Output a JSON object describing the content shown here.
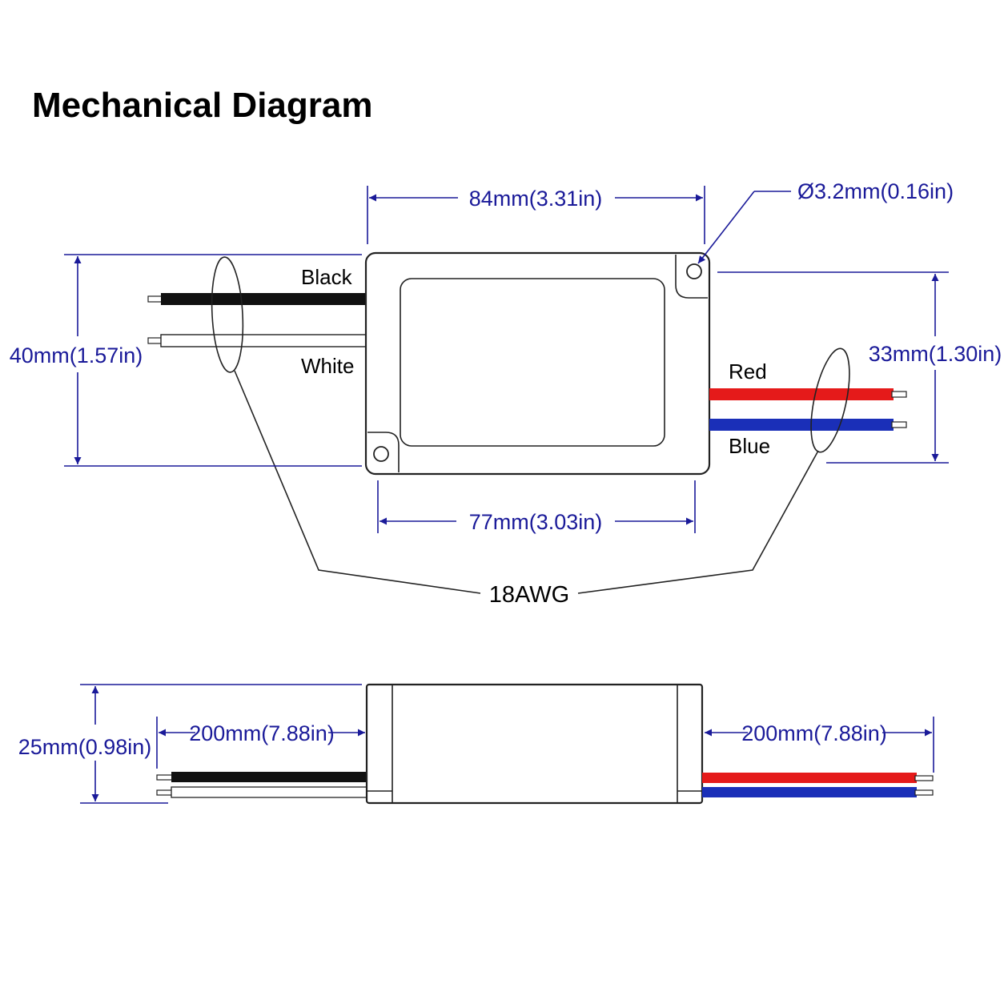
{
  "title": "Mechanical Diagram",
  "colors": {
    "dimension": "#1a1a99",
    "wire_black": "#111111",
    "wire_white": "#ffffff",
    "wire_red": "#e51a1a",
    "wire_blue": "#1a2fb8",
    "outline": "#222222"
  },
  "top_view": {
    "width_overall": "84mm(3.31in)",
    "hole_diameter": "Ø3.2mm(0.16in)",
    "height_overall": "40mm(1.57in)",
    "hole_spacing_vertical": "33mm(1.30in)",
    "hole_spacing_horizontal": "77mm(3.03in)",
    "wire_labels": {
      "black": "Black",
      "white": "White",
      "red": "Red",
      "blue": "Blue"
    },
    "wire_gauge": "18AWG"
  },
  "side_view": {
    "thickness": "25mm(0.98in)",
    "lead_length_left": "200mm(7.88in)",
    "lead_length_right": "200mm(7.88in)"
  }
}
